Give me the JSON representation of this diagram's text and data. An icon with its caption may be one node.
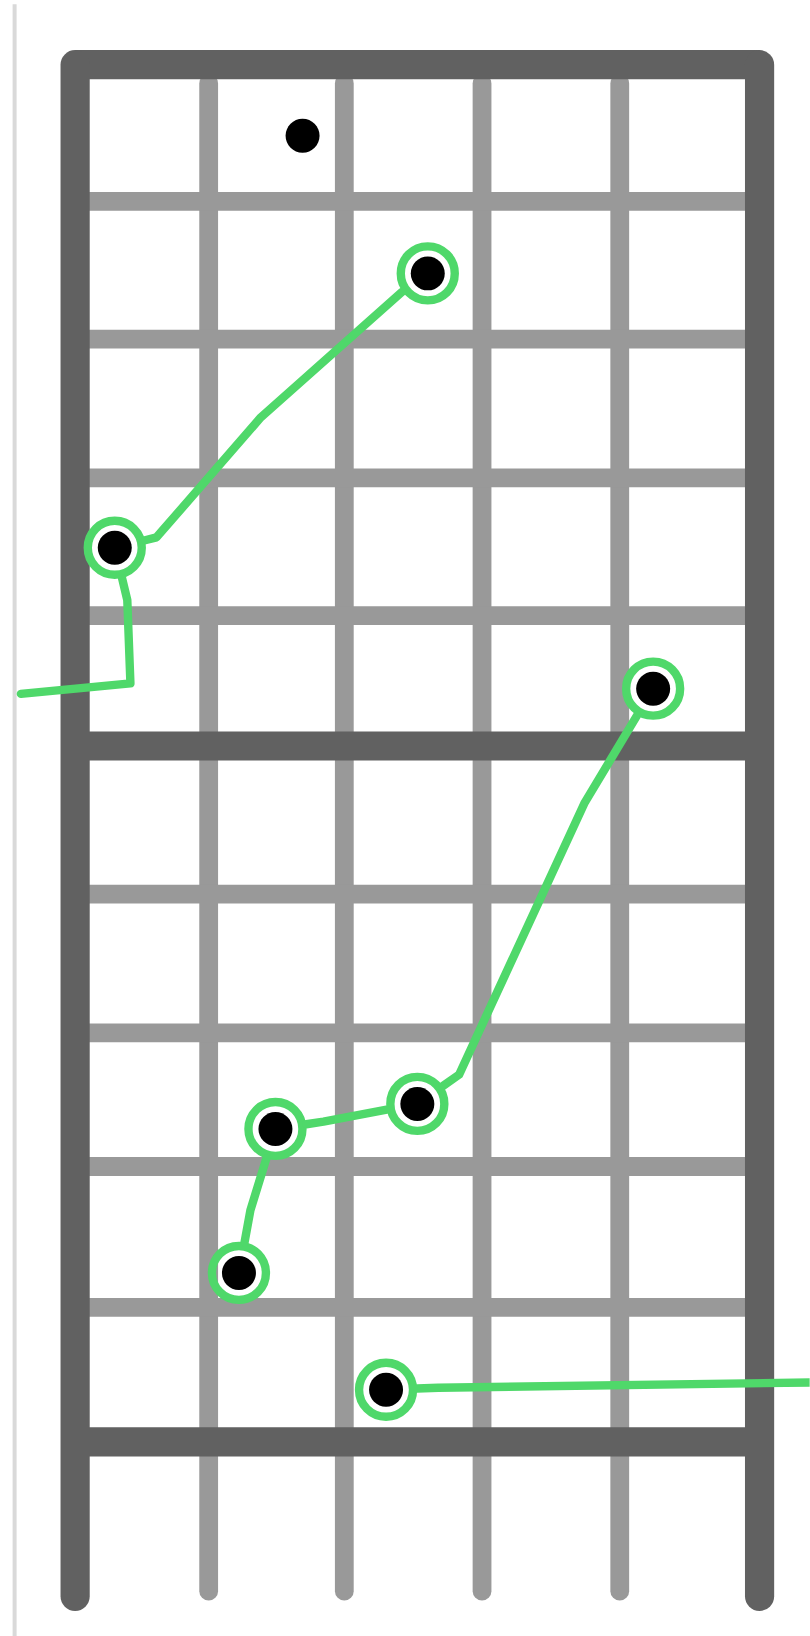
{
  "diagram": {
    "nodes": [
      {
        "text": [],
        "shape": "circle"
      },
      {
        "text": [],
        "shape": "circle"
      },
      {
        "text": [],
        "shape": "circle"
      },
      {
        "text": [],
        "shape": "circle"
      },
      {
        "text": [],
        "shape": "circle"
      },
      {
        "text": [],
        "shape": "circle"
      },
      {
        "text": [],
        "shape": "circle"
      },
      {
        "text": [],
        "shape": "circle"
      }
    ],
    "edges": [
      {
        "from": null,
        "to": 2,
        "arrow": "none"
      },
      {
        "from": 2,
        "to": 1,
        "arrow": "none"
      },
      {
        "from": 3,
        "to": 4,
        "arrow": "none"
      },
      {
        "from": 4,
        "to": 5,
        "arrow": "none"
      },
      {
        "from": 5,
        "to": 6,
        "arrow": "none"
      },
      {
        "from": 7,
        "to": null,
        "arrow": "none"
      }
    ]
  }
}
